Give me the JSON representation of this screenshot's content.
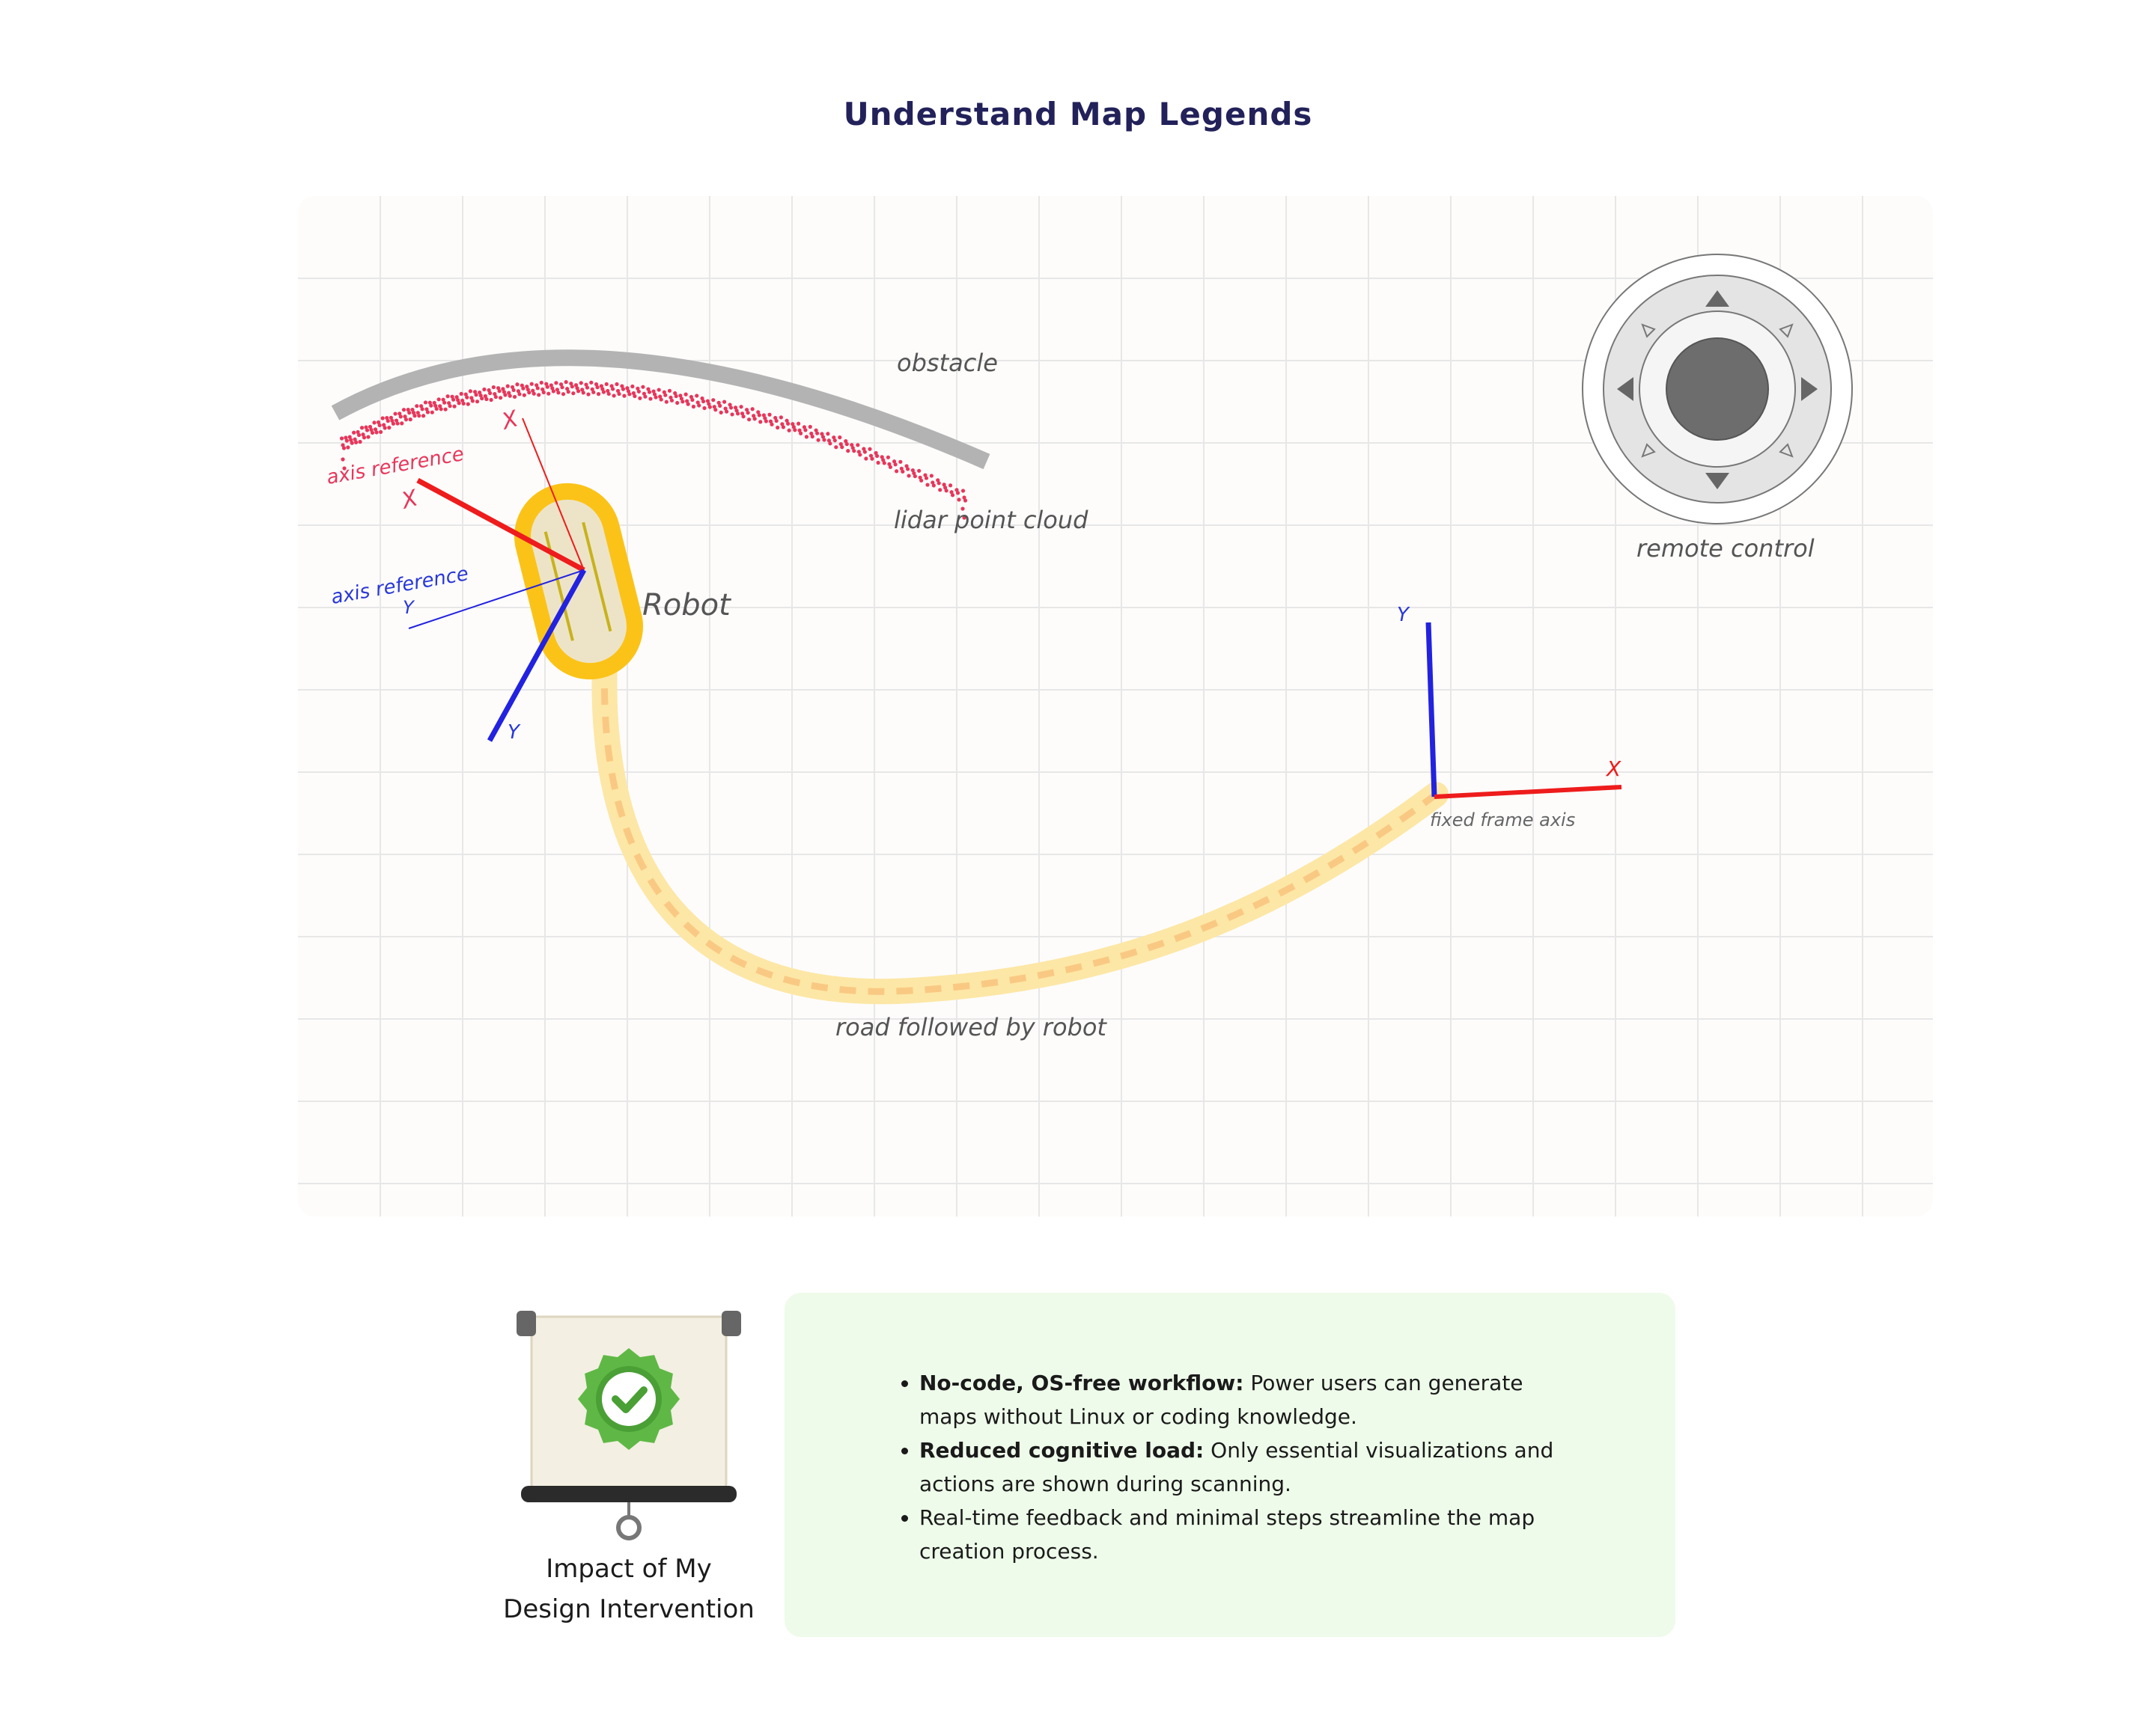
{
  "page": {
    "title": "Understand Map Legends"
  },
  "legend": {
    "obstacle": "obstacle",
    "lidar": "lidar point cloud",
    "robot": "Robot",
    "axis_ref_red": "axis reference",
    "axis_ref_blue": "axis reference",
    "red_x": "X",
    "red_x_small": "X",
    "blue_y": "Y",
    "blue_y_small": "Y",
    "remote": "remote control",
    "road": "road followed by robot",
    "fixed_frame": "fixed frame axis",
    "fixed_y": "Y",
    "fixed_x": "X"
  },
  "colors": {
    "title": "#23215a",
    "obstacle": "#b3b3b3",
    "lidar": "#e8365a",
    "robot_outline": "#fbc318",
    "robot_body": "#ede4c8",
    "axis_x": "#ee1c1c",
    "axis_y": "#2222e0",
    "road": "#fde7a6",
    "card": "#eefbea"
  },
  "impact": {
    "caption_line1": "Impact of My",
    "caption_line2": "Design Intervention",
    "items": [
      {
        "bold": "No-code, OS-free workflow:",
        "text": " Power users can generate maps without Linux or coding knowledge."
      },
      {
        "bold": "Reduced cognitive load:",
        "text": " Only essential visualizations and actions are shown during scanning."
      },
      {
        "bold": "",
        "text": "Real-time feedback and minimal steps streamline the map creation process."
      }
    ]
  }
}
